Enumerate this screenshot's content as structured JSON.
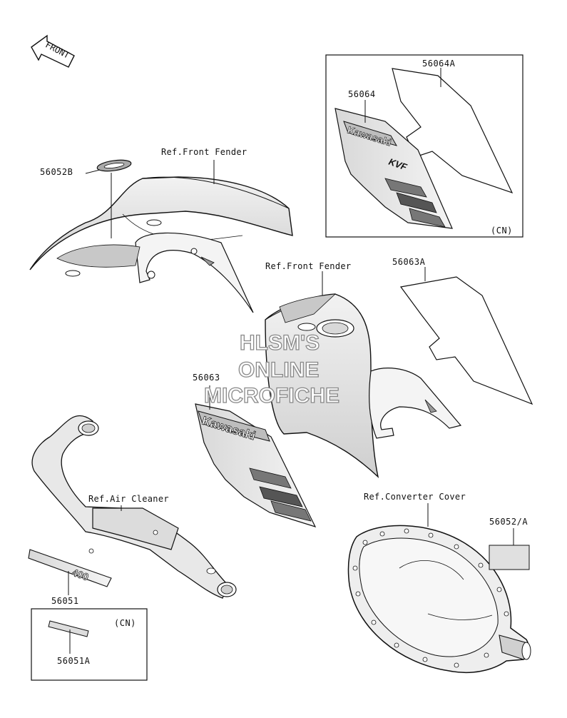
{
  "diagram": {
    "front_arrow": "FRONT",
    "watermark_lines": [
      "HLSM'S",
      "ONLINE",
      "MICROFICHE"
    ],
    "references": {
      "front_fender_1": "Ref.Front Fender",
      "front_fender_2": "Ref.Front Fender",
      "air_cleaner": "Ref.Air Cleaner",
      "converter_cover": "Ref.Converter Cover"
    },
    "part_numbers": {
      "p56064A": "56064A",
      "p56064": "56064",
      "p56052B": "56052B",
      "p56063A": "56063A",
      "p56063": "56063",
      "p56052A": "56052/A",
      "p56051": "56051",
      "p56051A": "56051A"
    },
    "region_tags": {
      "cn_1": "(CN)",
      "cn_2": "(CN)"
    },
    "decal_text": {
      "brand": "Kawasaki",
      "model": "KVF",
      "engine_size": "400"
    }
  },
  "colors": {
    "line": "#111111",
    "fill_light": "#e6e6e6",
    "fill_mid": "#bdbdbd",
    "watermark": "#888888"
  }
}
